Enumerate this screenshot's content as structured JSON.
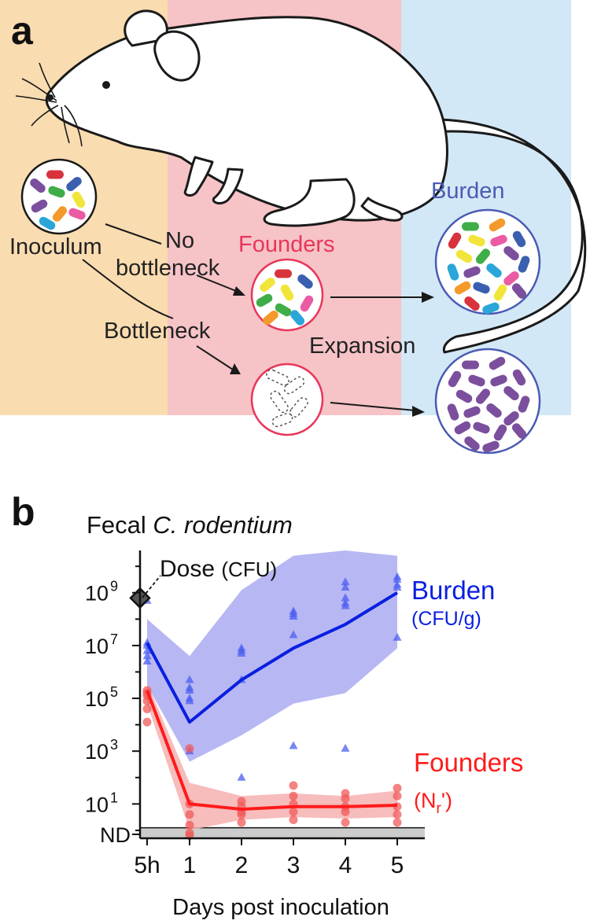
{
  "panel_a": {
    "letter": "a",
    "labels": {
      "inoculum": "Inoculum",
      "no_bottleneck": [
        "No",
        "bottleneck"
      ],
      "bottleneck": "Bottleneck",
      "founders": "Founders",
      "expansion": "Expansion",
      "burden": "Burden"
    },
    "colors": {
      "inoculum_bg": "#f9dcb0",
      "founders_bg": "#f6c3c6",
      "burden_bg": "#d3e8f6",
      "founders_text": "#e8365a",
      "burden_text": "#4a5bb3",
      "circle_founders": "#e8365a",
      "circle_burden": "#4a5bb3",
      "bacterium_expanded": "#7b4f9d"
    },
    "bacteria_palette": [
      "#d8323c",
      "#3fae49",
      "#3a5fb0",
      "#f2e53a",
      "#7b4f9d",
      "#f39a2b",
      "#2aa6d9",
      "#ea5ba4"
    ]
  },
  "panel_b": {
    "letter": "b",
    "title_plain": "Fecal ",
    "title_italic": "C. rodentium",
    "dose_label": "Dose",
    "dose_unit": "(CFU)",
    "burden_label": "Burden",
    "burden_unit": "(CFU/g)",
    "founders_label": "Founders",
    "founders_unit_pre": "(N",
    "founders_unit_sub": "r",
    "founders_unit_post": "')",
    "xlabel": "Days post inoculation",
    "nd_label": "ND"
  },
  "chart_data": {
    "type": "line",
    "title": "Fecal C. rodentium",
    "xlabel": "Days post inoculation",
    "ylabel": "",
    "x": [
      "5h",
      "1",
      "2",
      "3",
      "4",
      "5"
    ],
    "y_scale": "log10",
    "ylim_log10": [
      -0.3,
      10.6
    ],
    "y_ticks": [
      "ND",
      "10^1",
      "10^3",
      "10^5",
      "10^7",
      "10^9"
    ],
    "dose": {
      "label": "Dose (CFU)",
      "value_log10": 8.8,
      "color": "#555555"
    },
    "series": [
      {
        "name": "Burden (CFU/g)",
        "color": "#0a1fe0",
        "band_color": "#aaaaf2",
        "median_log10": [
          7.1,
          4.1,
          5.7,
          6.9,
          7.8,
          9.0
        ],
        "band_upper_log10": [
          8.0,
          6.6,
          9.1,
          10.4,
          10.6,
          10.4
        ],
        "band_lower_log10": [
          5.5,
          2.6,
          3.6,
          4.8,
          5.2,
          6.9
        ],
        "points_log10": [
          [
            8.7,
            7.1,
            7.0,
            6.8,
            6.6,
            6.4
          ],
          [
            5.7,
            5.4,
            5.3,
            5.0,
            4.9,
            3.0
          ],
          [
            6.9,
            6.8,
            6.7,
            5.7,
            2.0
          ],
          [
            8.3,
            8.2,
            8.1,
            7.4,
            3.2
          ],
          [
            9.4,
            9.2,
            8.8,
            8.6,
            8.5,
            3.1
          ],
          [
            9.6,
            9.5,
            9.3,
            9.2,
            7.3
          ]
        ]
      },
      {
        "name": "Founders (Nr')",
        "color": "#ff1a1a",
        "band_color": "#f6b0b0",
        "median_log10": [
          5.3,
          1.0,
          0.8,
          0.9,
          0.9,
          0.95
        ],
        "band_upper_log10": [
          5.6,
          1.8,
          1.3,
          1.4,
          1.3,
          1.5
        ],
        "band_lower_log10": [
          4.8,
          0.0,
          0.4,
          0.5,
          0.45,
          0.5
        ],
        "points_log10": [
          [
            5.3,
            5.2,
            5.1,
            4.9,
            4.6,
            4.1
          ],
          [
            3.1,
            1.0,
            0.6,
            0.2,
            -0.1,
            -0.2
          ],
          [
            1.1,
            0.9,
            0.7,
            0.6,
            0.3
          ],
          [
            1.7,
            1.3,
            1.0,
            0.7,
            0.4
          ],
          [
            1.4,
            1.2,
            0.9,
            0.7,
            0.3
          ],
          [
            1.6,
            1.3,
            0.9,
            0.6,
            0.3
          ]
        ]
      }
    ]
  }
}
